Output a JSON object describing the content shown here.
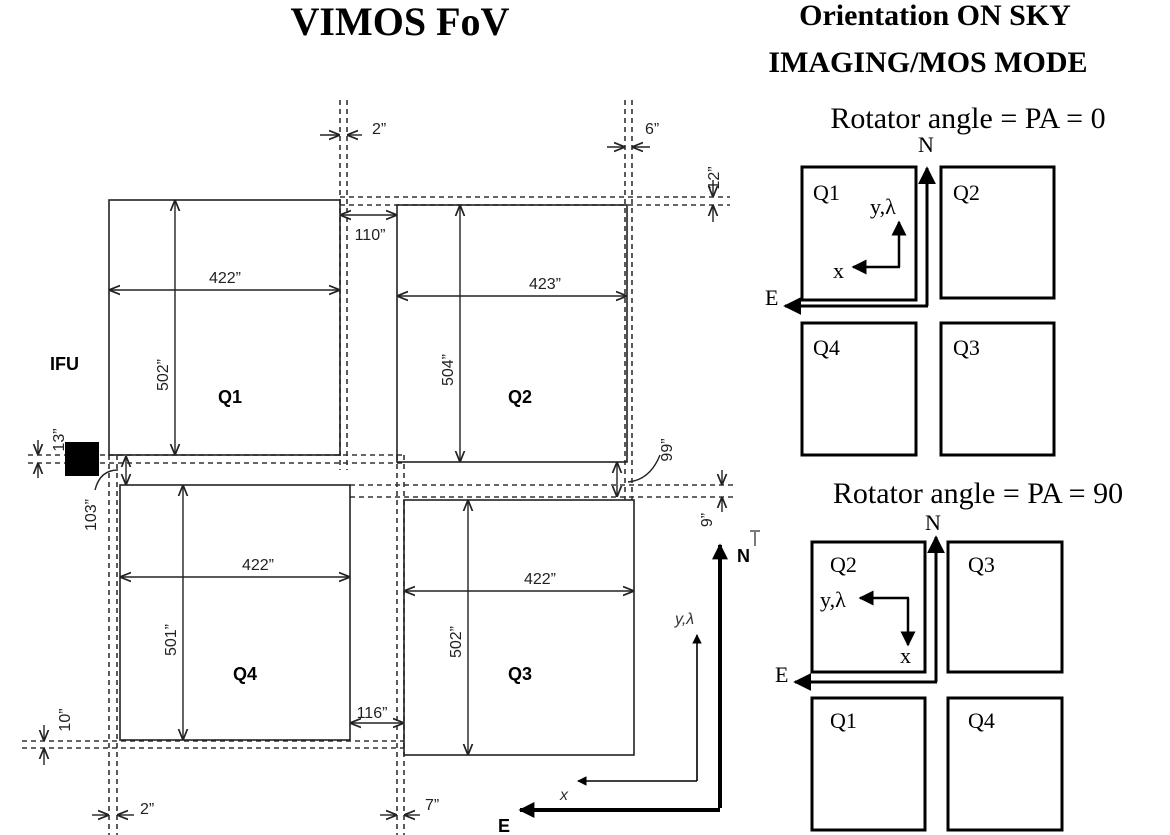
{
  "title": "VIMOS FoV",
  "orientation_title_line1": "Orientation ON SKY",
  "orientation_title_line2": "IMAGING/MOS MODE",
  "ifu_label": "IFU",
  "quadrants": {
    "q1": "Q1",
    "q2": "Q2",
    "q3": "Q3",
    "q4": "Q4"
  },
  "dimensions": {
    "q1_width": "422”",
    "q1_height": "502”",
    "q2_width": "423”",
    "q2_height": "504”",
    "q4_width": "422”",
    "q4_height": "501”",
    "q3_width": "422”",
    "q3_height": "502”",
    "gap_top": "110”",
    "gap_bottom": "116”",
    "gap_left": "103”",
    "gap_right": "99”",
    "strip_2_top": "2”",
    "strip_6": "6”",
    "strip_12": "12”",
    "strip_13": "13”",
    "strip_9": "9”",
    "strip_10": "10”",
    "strip_2_bottom": "2”",
    "strip_7": "7”"
  },
  "compass": {
    "north": "N",
    "east": "E",
    "x": "x",
    "y_lambda": "y,λ"
  },
  "panel_pa0": {
    "label": "Rotator angle = PA = 0",
    "boxes": [
      "Q1",
      "Q2",
      "Q4",
      "Q3"
    ],
    "north": "N",
    "east": "E",
    "x": "x",
    "y_lambda": "y,λ"
  },
  "panel_pa90": {
    "label": "Rotator angle = PA = 90",
    "boxes": [
      "Q2",
      "Q3",
      "Q1",
      "Q4"
    ],
    "north": "N",
    "east": "E",
    "x": "x",
    "y_lambda": "y,λ"
  }
}
